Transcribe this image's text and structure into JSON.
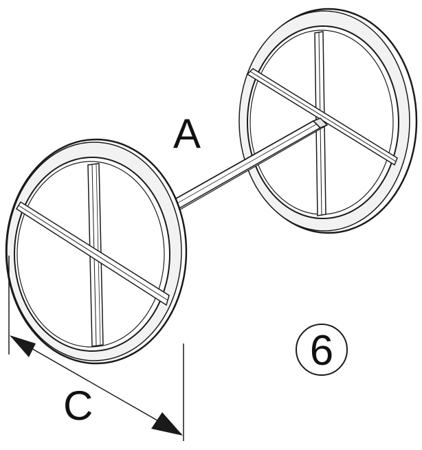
{
  "labels": {
    "shaft": "A",
    "dimension": "C",
    "item_number": "6"
  },
  "colors": {
    "line": "#1a1a1a",
    "fill": "#ffffff",
    "shade": "#c8c8c8"
  }
}
